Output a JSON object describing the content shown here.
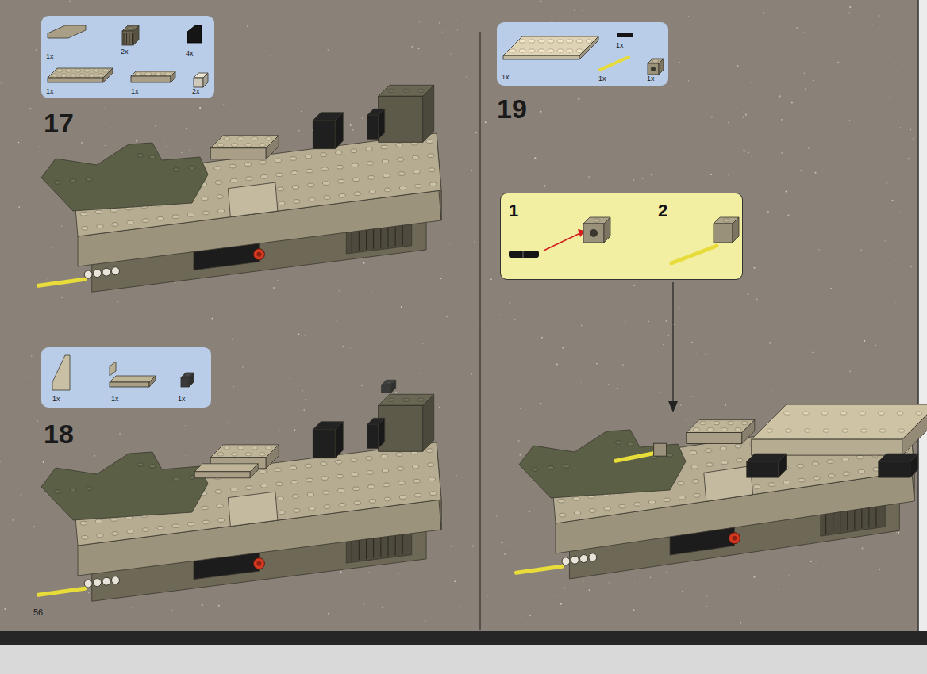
{
  "diagram": {
    "nodes": [
      {
        "text": [
          "1x",
          "2x",
          "4x",
          "1x",
          "1x",
          "2x"
        ]
      },
      {
        "text": [
          "1x",
          "1x",
          "1x"
        ]
      },
      {
        "text": [
          "1x",
          "1x",
          "1x",
          "1x"
        ]
      },
      {
        "text": [
          "1",
          "2"
        ]
      }
    ],
    "labels": [
      "17",
      "18",
      "19",
      "56"
    ]
  }
}
